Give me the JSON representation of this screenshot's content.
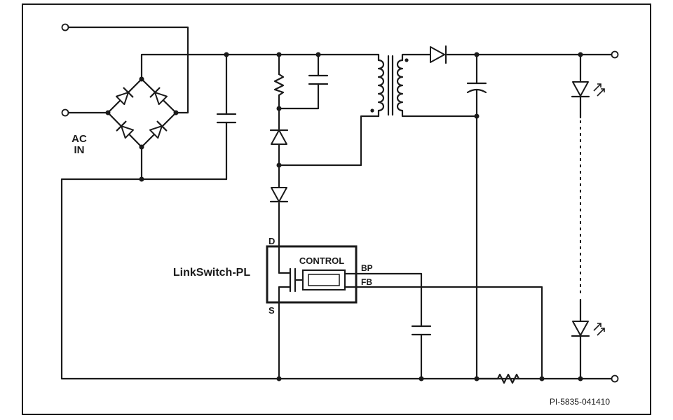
{
  "labels": {
    "ac_in_line1": "AC",
    "ac_in_line2": "IN",
    "ic_name": "LinkSwitch-PL",
    "control": "CONTROL",
    "pin_d": "D",
    "pin_s": "S",
    "pin_bp": "BP",
    "pin_fb": "FB",
    "part_number": "PI-5835-041410"
  },
  "colors": {
    "ink": "#1a1a1a",
    "background": "#ffffff"
  }
}
